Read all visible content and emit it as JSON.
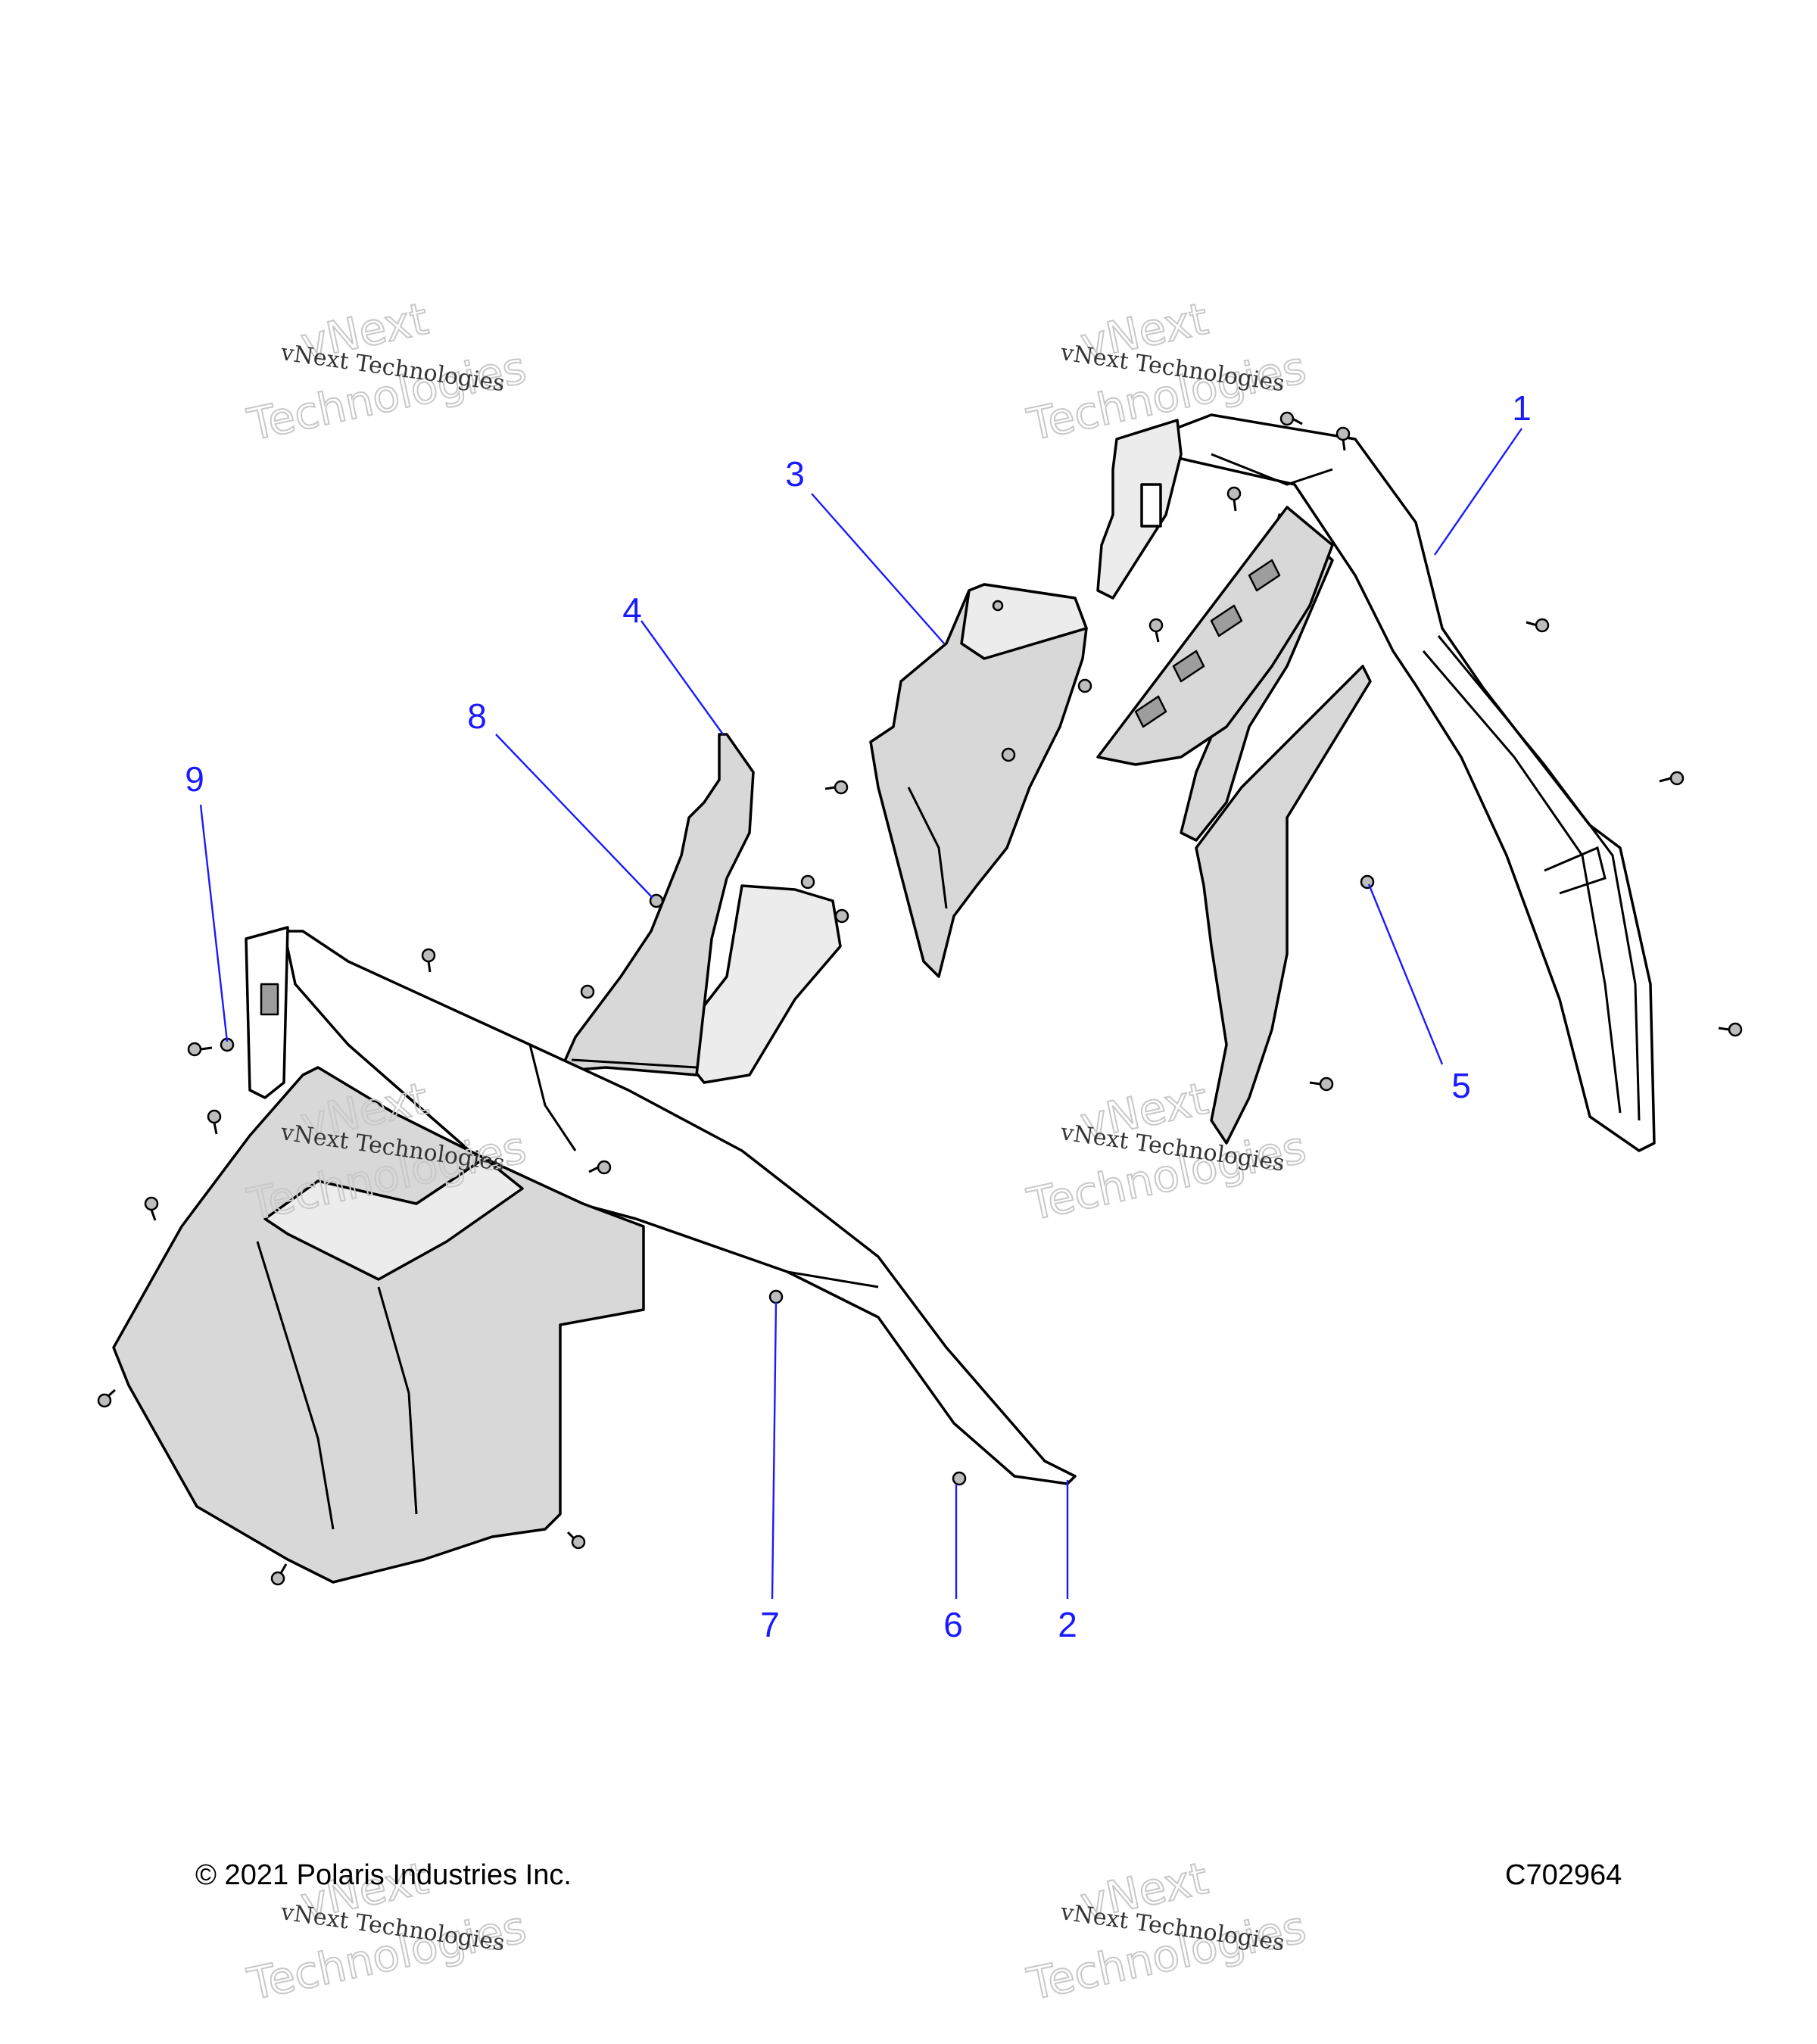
{
  "callouts": [
    {
      "label": "1"
    },
    {
      "label": "2"
    },
    {
      "label": "3"
    },
    {
      "label": "4"
    },
    {
      "label": "5"
    },
    {
      "label": "6"
    },
    {
      "label": "7"
    },
    {
      "label": "8"
    },
    {
      "label": "9"
    }
  ],
  "watermark": {
    "line_small": "vNext Technologies",
    "line_big_1": "vNext",
    "line_big_2": "Technologies"
  },
  "footer": {
    "copyright": "© 2021 Polaris Industries Inc.",
    "drawing_number": "C702964"
  }
}
